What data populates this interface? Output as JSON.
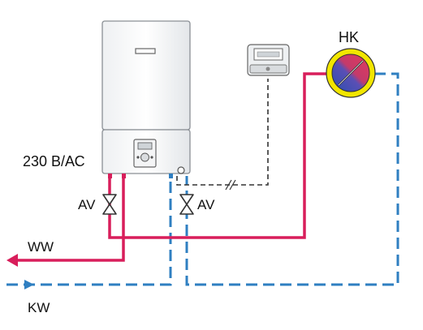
{
  "labels": {
    "supply_voltage": "230 В/АС",
    "valve_left": "AV",
    "valve_right": "AV",
    "hot_water": "WW",
    "cold_water": "KW",
    "heating_circuit": "HK"
  },
  "colors": {
    "hot_line": "#d81e5b",
    "cold_line": "#2f7fc1",
    "control_line": "#333333",
    "boiler_body": "#ffffff",
    "boiler_outline": "#8a8f95",
    "pump_ring": "#f2e600"
  }
}
